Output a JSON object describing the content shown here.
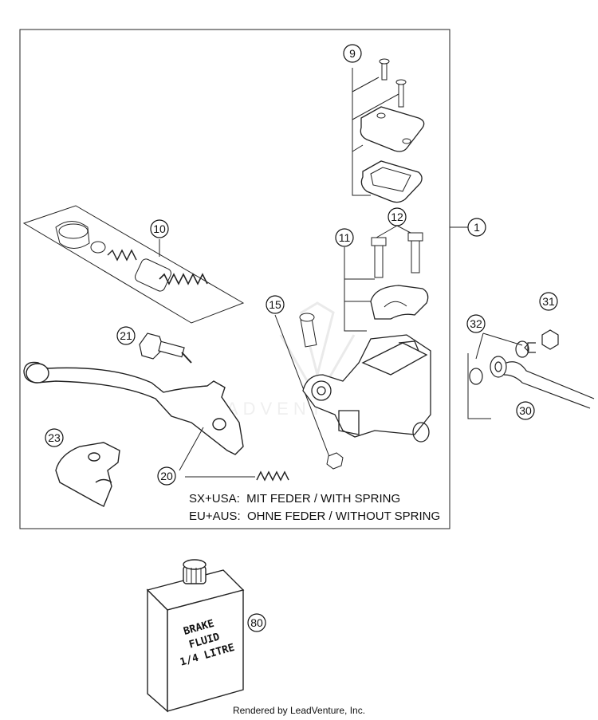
{
  "callouts": [
    "1",
    "9",
    "10",
    "11",
    "12",
    "15",
    "20",
    "21",
    "23",
    "30",
    "31",
    "32",
    "80"
  ],
  "notes": {
    "line1": "SX+USA:  MIT FEDER / WITH SPRING",
    "line2": "EU+AUS:  OHNE FEDER / WITHOUT SPRING"
  },
  "bottle": {
    "line1": "BRAKE",
    "line2": "FLUID",
    "line3": "1/4 LITRE"
  },
  "watermark": "LEADVENTURE",
  "footer": "Rendered by LeadVenture, Inc."
}
